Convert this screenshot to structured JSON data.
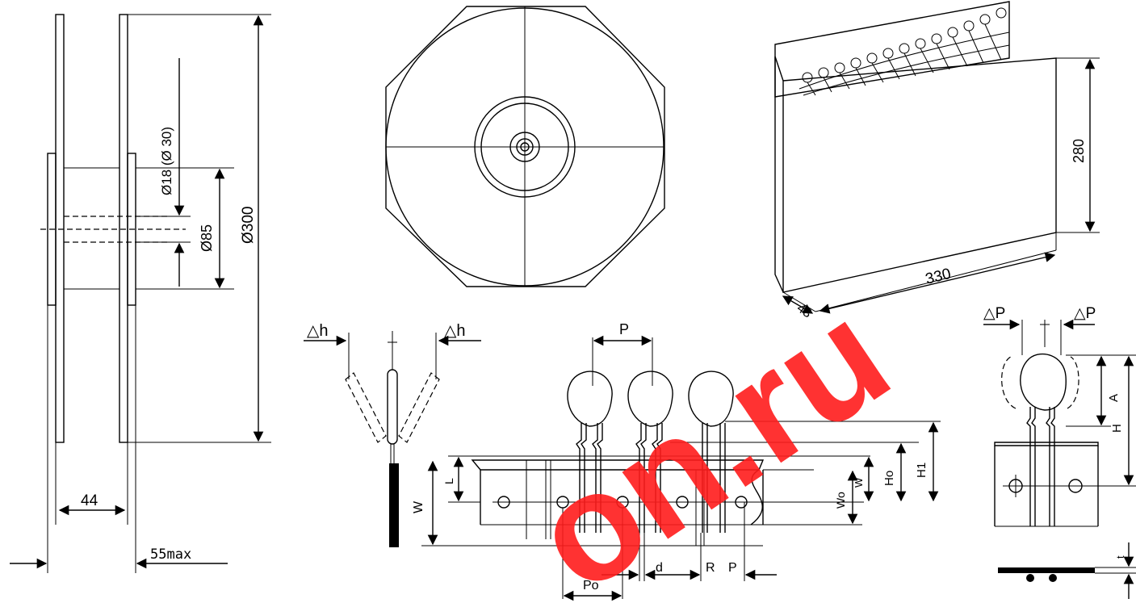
{
  "reel": {
    "hub_diameter": "Ø18 (Ø 30)",
    "core_diameter": "Ø85",
    "flange_diameter": "Ø300",
    "inner_width": "44",
    "overall_width": "55max"
  },
  "ammo_box": {
    "height": "280",
    "length": "330",
    "depth": "43"
  },
  "tape": {
    "delta_h": "△h",
    "pitch": "P",
    "hole_pitch": "Po",
    "lead_dia": "d",
    "R": "R",
    "P": "P",
    "W": "W",
    "W0": "Wo",
    "W1": "W",
    "H0": "Ho",
    "H1": "H1",
    "L": "L"
  },
  "side_view": {
    "delta_p": "△P",
    "A": "A",
    "H": "H",
    "t": "t"
  },
  "watermark": "on.ru",
  "colors": {
    "line": "#000000",
    "watermark": "#ff1c1c",
    "background": "#ffffff"
  }
}
